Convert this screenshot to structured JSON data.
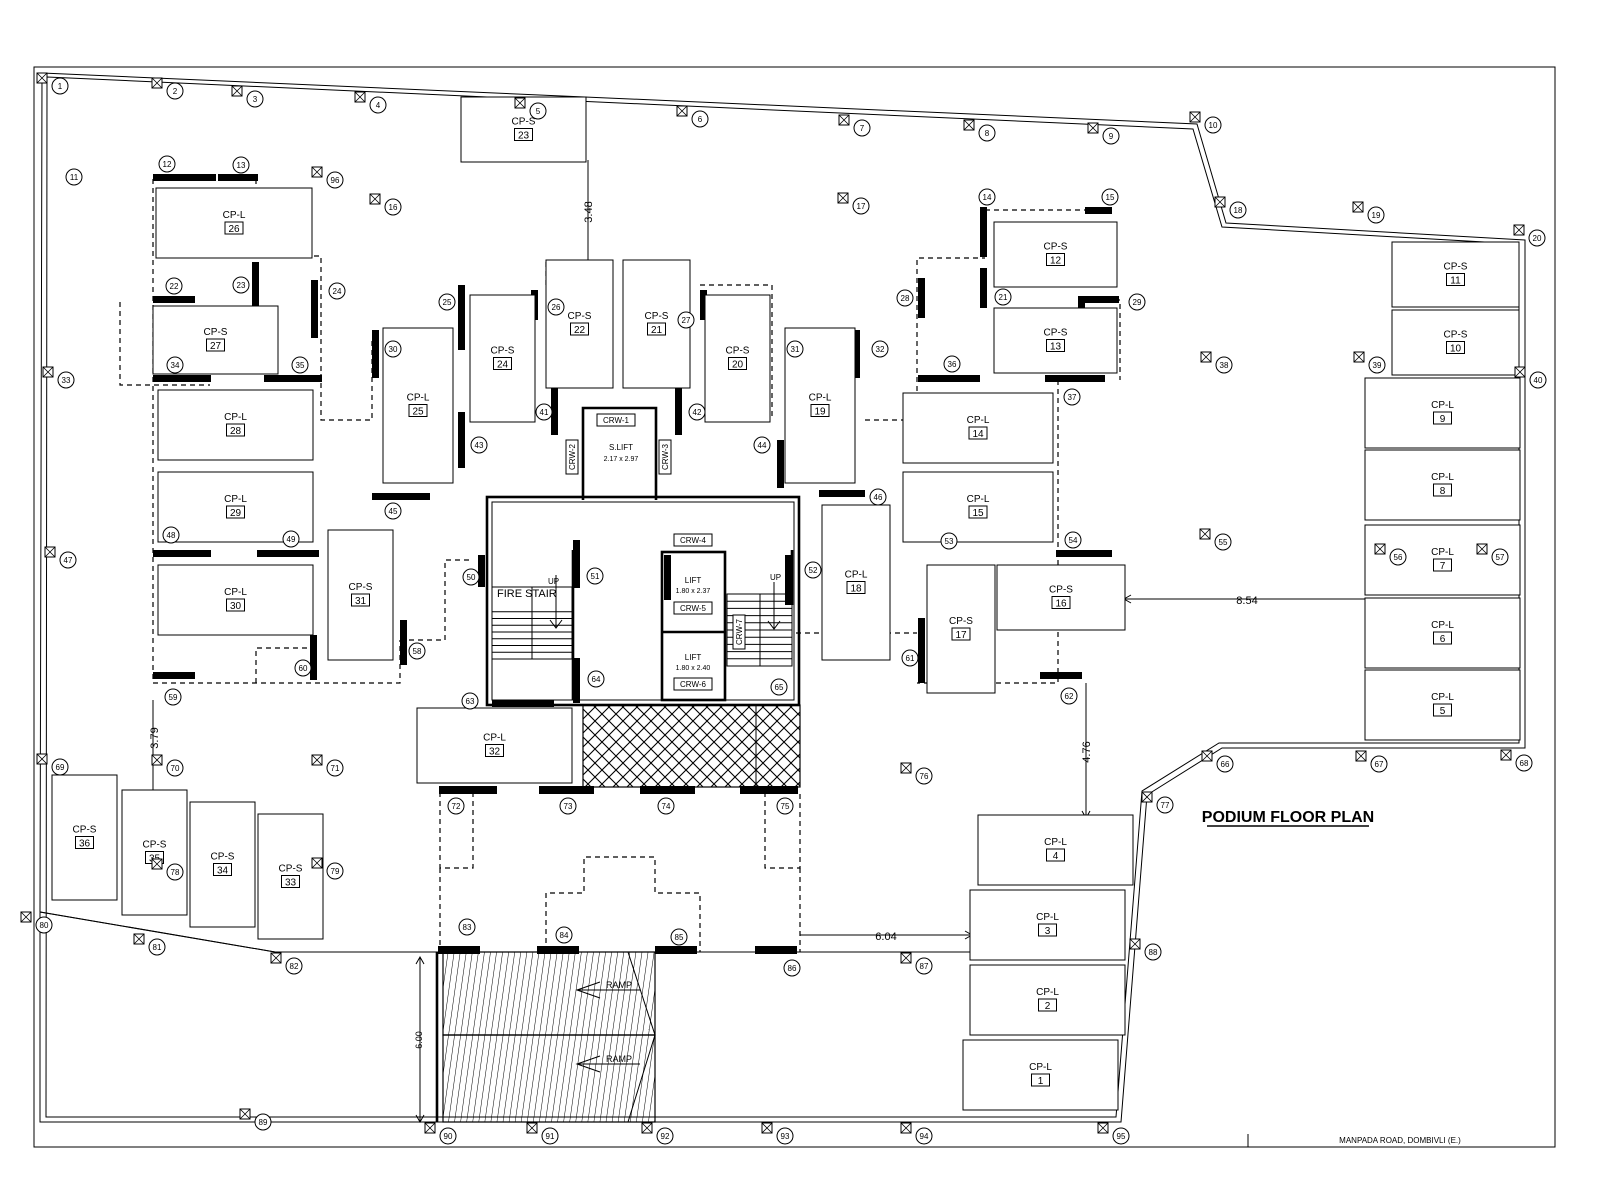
{
  "plan_title": "PODIUM FLOOR PLAN",
  "labels": {
    "fire_stair": "FIRE STAIR",
    "up": "UP",
    "lift": "LIFT",
    "service_lift": "S.LIFT",
    "service_lift_size": "2.17 x 2.97",
    "ramp": "RAMP",
    "title_block_note": "MANPADA ROAD, DOMBIVLI (E.)"
  },
  "lifts": [
    {
      "id": "lift-a",
      "label": "LIFT",
      "size": "1.80 x 2.37",
      "crw": "CRW-5"
    },
    {
      "id": "lift-b",
      "label": "LIFT",
      "size": "1.80 x 2.40",
      "crw": "CRW-6"
    }
  ],
  "crw_tags": [
    "CRW-1",
    "CRW-2",
    "CRW-3",
    "CRW-4",
    "CRW-7"
  ],
  "dimensions": [
    "3.48",
    "8.54",
    "3.79",
    "4.76",
    "6.04",
    "6.00"
  ],
  "parking": [
    {
      "type": "CP-S",
      "no": "23"
    },
    {
      "type": "CP-L",
      "no": "26"
    },
    {
      "type": "CP-S",
      "no": "27"
    },
    {
      "type": "CP-L",
      "no": "28"
    },
    {
      "type": "CP-L",
      "no": "29"
    },
    {
      "type": "CP-L",
      "no": "30"
    },
    {
      "type": "CP-S",
      "no": "31"
    },
    {
      "type": "CP-L",
      "no": "25"
    },
    {
      "type": "CP-S",
      "no": "24"
    },
    {
      "type": "CP-S",
      "no": "22"
    },
    {
      "type": "CP-S",
      "no": "21"
    },
    {
      "type": "CP-S",
      "no": "20"
    },
    {
      "type": "CP-L",
      "no": "19"
    },
    {
      "type": "CP-S",
      "no": "12"
    },
    {
      "type": "CP-S",
      "no": "13"
    },
    {
      "type": "CP-L",
      "no": "14"
    },
    {
      "type": "CP-L",
      "no": "15"
    },
    {
      "type": "CP-L",
      "no": "18"
    },
    {
      "type": "CP-S",
      "no": "17"
    },
    {
      "type": "CP-S",
      "no": "16"
    },
    {
      "type": "CP-S",
      "no": "11"
    },
    {
      "type": "CP-S",
      "no": "10"
    },
    {
      "type": "CP-L",
      "no": "9"
    },
    {
      "type": "CP-L",
      "no": "8"
    },
    {
      "type": "CP-L",
      "no": "7"
    },
    {
      "type": "CP-L",
      "no": "6"
    },
    {
      "type": "CP-L",
      "no": "5"
    },
    {
      "type": "CP-L",
      "no": "32"
    },
    {
      "type": "CP-S",
      "no": "36"
    },
    {
      "type": "CP-S",
      "no": "35"
    },
    {
      "type": "CP-S",
      "no": "34"
    },
    {
      "type": "CP-S",
      "no": "33"
    },
    {
      "type": "CP-L",
      "no": "4"
    },
    {
      "type": "CP-L",
      "no": "3"
    },
    {
      "type": "CP-L",
      "no": "2"
    },
    {
      "type": "CP-L",
      "no": "1"
    }
  ],
  "columns": [
    "1",
    "2",
    "3",
    "4",
    "5",
    "6",
    "7",
    "8",
    "9",
    "10",
    "11",
    "12",
    "13",
    "14",
    "15",
    "16",
    "17",
    "18",
    "19",
    "20",
    "21",
    "22",
    "23",
    "24",
    "25",
    "26",
    "27",
    "28",
    "29",
    "30",
    "31",
    "32",
    "33",
    "34",
    "35",
    "36",
    "37",
    "38",
    "39",
    "40",
    "41",
    "42",
    "43",
    "44",
    "45",
    "46",
    "47",
    "48",
    "49",
    "50",
    "51",
    "52",
    "53",
    "54",
    "55",
    "56",
    "57",
    "58",
    "59",
    "60",
    "61",
    "62",
    "63",
    "64",
    "65",
    "66",
    "67",
    "68",
    "69",
    "70",
    "71",
    "72",
    "73",
    "74",
    "75",
    "76",
    "77",
    "78",
    "79",
    "80",
    "81",
    "82",
    "83",
    "84",
    "85",
    "86",
    "87",
    "88",
    "89",
    "90",
    "91",
    "92",
    "93",
    "94",
    "95",
    "96"
  ]
}
